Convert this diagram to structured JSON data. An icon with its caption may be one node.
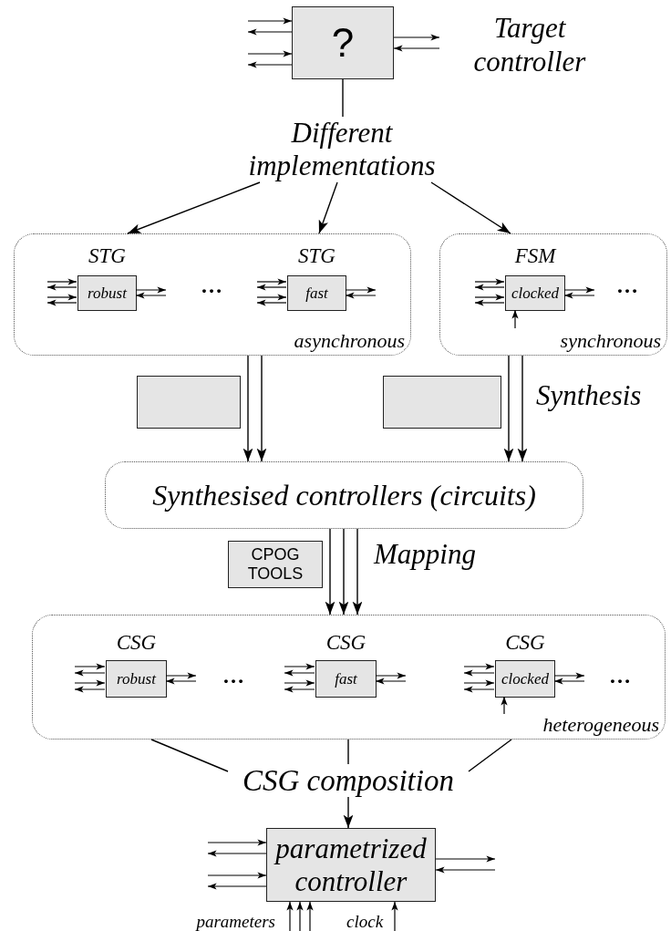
{
  "diagram": {
    "nodes": [
      {
        "text": [
          "?"
        ],
        "beside": [
          "Target controller"
        ]
      },
      {
        "text": [
          "Different implementations"
        ]
      },
      {
        "text": [
          "asynchronous"
        ]
      },
      {
        "text": [
          "STG",
          "robust"
        ],
        "in": 2
      },
      {
        "text": [
          "STG",
          "fast"
        ],
        "in": 2
      },
      {
        "text": [
          "synchronous"
        ]
      },
      {
        "text": [
          "FSM",
          "clocked"
        ],
        "in": 5
      },
      {
        "text": [],
        "shape": "box"
      },
      {
        "text": [],
        "shape": "box"
      },
      {
        "text": [
          "Synthesised controllers (circuits)"
        ]
      },
      {
        "text": [
          "CPOG TOOLS"
        ]
      },
      {
        "text": [
          "heterogeneous"
        ]
      },
      {
        "text": [
          "CSG",
          "robust"
        ],
        "in": 11
      },
      {
        "text": [
          "CSG",
          "fast"
        ],
        "in": 11
      },
      {
        "text": [
          "CSG",
          "clocked"
        ],
        "in": 11
      },
      {
        "text": [
          "CSG composition"
        ]
      },
      {
        "text": [
          "parametrized controller"
        ]
      }
    ],
    "edges": [
      {
        "from": 0,
        "to": 1,
        "arrow": "none"
      },
      {
        "from": 1,
        "to": 2,
        "arrow": "to"
      },
      {
        "from": 1,
        "to": 2,
        "arrow": "to"
      },
      {
        "from": 1,
        "to": 5,
        "arrow": "to"
      },
      {
        "from": 2,
        "to": 9,
        "arrow": "to"
      },
      {
        "from": 2,
        "to": 9,
        "arrow": "to"
      },
      {
        "from": 5,
        "to": 9,
        "arrow": "to"
      },
      {
        "from": 5,
        "to": 9,
        "arrow": "to"
      },
      {
        "from": 9,
        "to": 11,
        "arrow": "to"
      },
      {
        "from": 9,
        "to": 11,
        "arrow": "to"
      },
      {
        "from": 9,
        "to": 11,
        "arrow": "to"
      },
      {
        "from": 11,
        "to": 15,
        "arrow": "none"
      },
      {
        "from": 11,
        "to": 15,
        "arrow": "none"
      },
      {
        "from": 11,
        "to": 15,
        "arrow": "none"
      },
      {
        "from": 15,
        "to": 16,
        "arrow": "to"
      },
      {
        "from": null,
        "to": 0,
        "arrow": "to"
      },
      {
        "from": 0,
        "to": null,
        "arrow": "to"
      },
      {
        "from": null,
        "to": 0,
        "arrow": "to"
      },
      {
        "from": 0,
        "to": null,
        "arrow": "to"
      },
      {
        "from": 0,
        "to": null,
        "arrow": "to"
      },
      {
        "from": null,
        "to": 0,
        "arrow": "to"
      },
      {
        "from": null,
        "to": 3,
        "arrow": "to"
      },
      {
        "from": 3,
        "to": null,
        "arrow": "to"
      },
      {
        "from": null,
        "to": 3,
        "arrow": "to"
      },
      {
        "from": 3,
        "to": null,
        "arrow": "to"
      },
      {
        "from": 3,
        "to": null,
        "arrow": "to"
      },
      {
        "from": null,
        "to": 3,
        "arrow": "to"
      },
      {
        "from": null,
        "to": 4,
        "arrow": "to"
      },
      {
        "from": 4,
        "to": null,
        "arrow": "to"
      },
      {
        "from": null,
        "to": 4,
        "arrow": "to"
      },
      {
        "from": 4,
        "to": null,
        "arrow": "to"
      },
      {
        "from": 4,
        "to": null,
        "arrow": "to"
      },
      {
        "from": null,
        "to": 4,
        "arrow": "to"
      },
      {
        "from": null,
        "to": 6,
        "arrow": "to"
      },
      {
        "from": 6,
        "to": null,
        "arrow": "to"
      },
      {
        "from": null,
        "to": 6,
        "arrow": "to"
      },
      {
        "from": 6,
        "to": null,
        "arrow": "to"
      },
      {
        "from": 6,
        "to": null,
        "arrow": "to"
      },
      {
        "from": null,
        "to": 6,
        "arrow": "to"
      },
      {
        "from": null,
        "to": 6,
        "arrow": "to"
      },
      {
        "from": null,
        "to": 12,
        "arrow": "to"
      },
      {
        "from": 12,
        "to": null,
        "arrow": "to"
      },
      {
        "from": null,
        "to": 12,
        "arrow": "to"
      },
      {
        "from": 12,
        "to": null,
        "arrow": "to"
      },
      {
        "from": 12,
        "to": null,
        "arrow": "to"
      },
      {
        "from": null,
        "to": 12,
        "arrow": "to"
      },
      {
        "from": null,
        "to": 13,
        "arrow": "to"
      },
      {
        "from": 13,
        "to": null,
        "arrow": "to"
      },
      {
        "from": null,
        "to": 13,
        "arrow": "to"
      },
      {
        "from": 13,
        "to": null,
        "arrow": "to"
      },
      {
        "from": 13,
        "to": null,
        "arrow": "to"
      },
      {
        "from": null,
        "to": 13,
        "arrow": "to"
      },
      {
        "from": null,
        "to": 14,
        "arrow": "to"
      },
      {
        "from": 14,
        "to": null,
        "arrow": "to"
      },
      {
        "from": null,
        "to": 14,
        "arrow": "to"
      },
      {
        "from": 14,
        "to": null,
        "arrow": "to"
      },
      {
        "from": 14,
        "to": null,
        "arrow": "to"
      },
      {
        "from": null,
        "to": 14,
        "arrow": "to"
      },
      {
        "from": null,
        "to": 14,
        "arrow": "to"
      },
      {
        "from": null,
        "to": 16,
        "arrow": "to"
      },
      {
        "from": 16,
        "to": null,
        "arrow": "to"
      },
      {
        "from": null,
        "to": 16,
        "arrow": "to"
      },
      {
        "from": 16,
        "to": null,
        "arrow": "to"
      },
      {
        "from": 16,
        "to": null,
        "arrow": "to"
      },
      {
        "from": null,
        "to": 16,
        "arrow": "to"
      },
      {
        "from": null,
        "to": 16,
        "arrow": "to"
      },
      {
        "from": null,
        "to": 16,
        "arrow": "to"
      },
      {
        "from": null,
        "to": 16,
        "arrow": "to"
      },
      {
        "from": null,
        "to": 16,
        "arrow": "to"
      }
    ],
    "labels": [
      "…",
      "…",
      "Synthesis",
      "Mapping",
      "…",
      "…",
      "parameters",
      "clock"
    ]
  }
}
